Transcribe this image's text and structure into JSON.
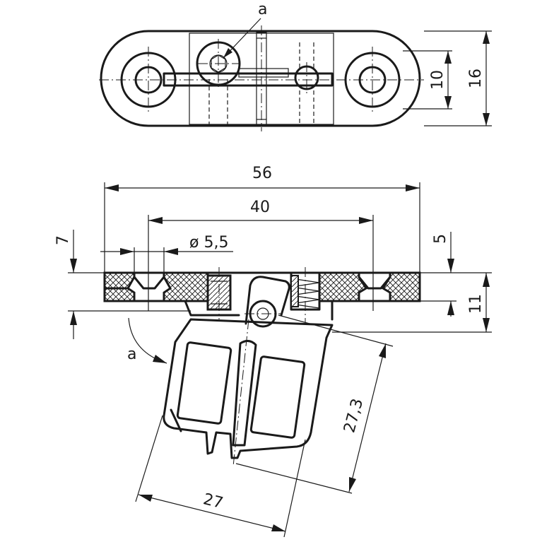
{
  "labels": {
    "a_top": "a",
    "a_side": "a",
    "dim_56": "56",
    "dim_40": "40",
    "dim_7": "7",
    "dim_5": "5",
    "dim_11": "11",
    "dim_10": "10",
    "dim_16": "16",
    "dim_d55": "ø 5,5",
    "dim_273": "27,3",
    "dim_27": "27"
  }
}
